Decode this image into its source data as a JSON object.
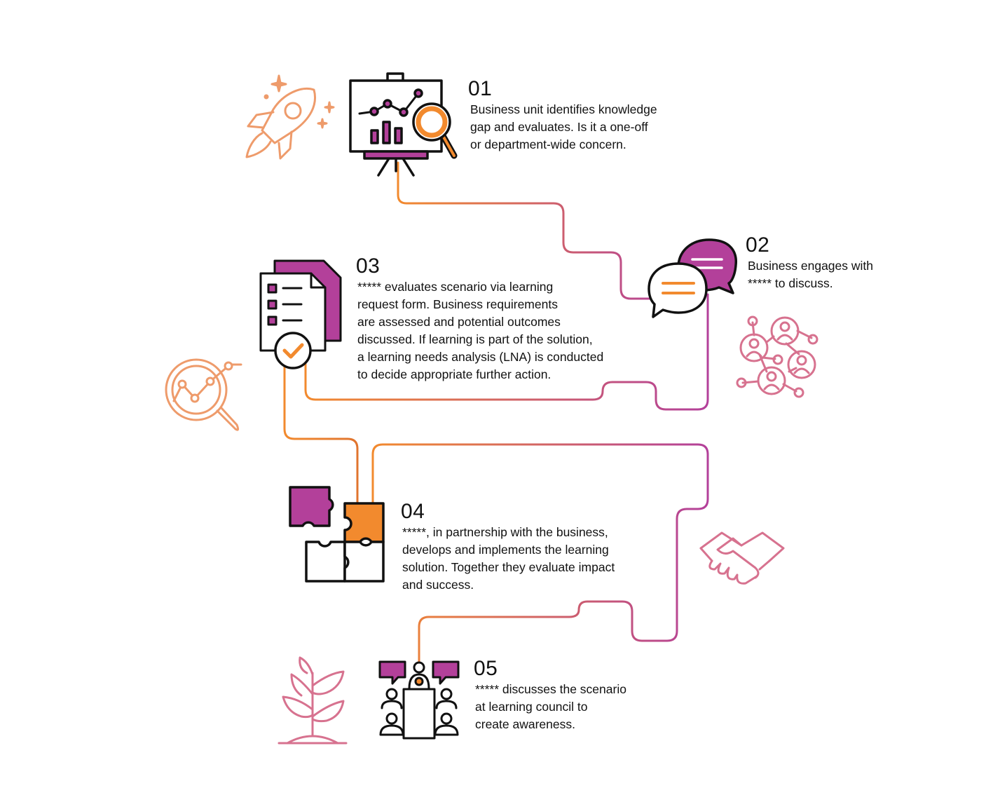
{
  "colors": {
    "orange": "#f28a2e",
    "purple": "#b3409a",
    "pink": "#d7728f",
    "peach": "#ee9b6b",
    "outline": "#111111"
  },
  "steps": [
    {
      "number": "01",
      "text": "Business unit identifies knowledge\ngap and evaluates. Is it a one-off\nor department-wide concern.",
      "icon": "presentation-analytics-icon"
    },
    {
      "number": "02",
      "text": "Business engages with\n***** to discuss.",
      "icon": "chat-bubbles-icon"
    },
    {
      "number": "03",
      "text": "***** evaluates scenario via learning\nrequest form. Business requirements\nare assessed and potential outcomes\ndiscussed. If learning is part of the solution,\na learning needs analysis (LNA) is conducted\nto decide appropriate further action.",
      "icon": "checklist-document-icon"
    },
    {
      "number": "04",
      "text": "*****, in partnership with the business,\ndevelops and implements the learning\nsolution. Together they evaluate impact\nand success.",
      "icon": "puzzle-pieces-icon"
    },
    {
      "number": "05",
      "text": "***** discusses the scenario\nat learning council to\ncreate awareness.",
      "icon": "council-meeting-icon"
    }
  ],
  "decorations": [
    "rocket-icon",
    "network-people-icon",
    "magnifier-chart-icon",
    "handshake-icon",
    "sprout-icon"
  ]
}
